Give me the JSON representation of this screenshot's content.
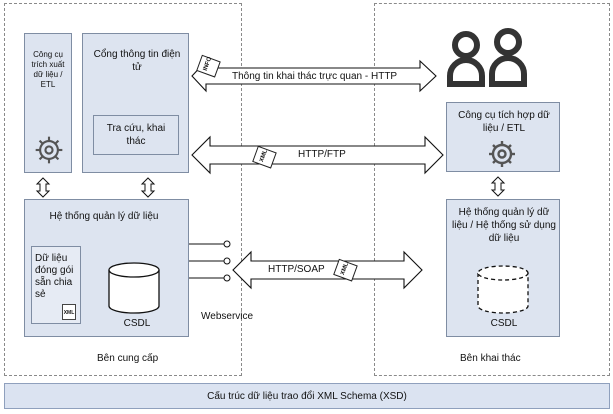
{
  "provider": {
    "caption": "Bên cung cấp",
    "etl_tool": "Công cụ trích xuất dữ liệu / ETL",
    "portal": "Cổng thông tin điện tử",
    "search": "Tra cứu, khai thác",
    "mgmt": "Hệ thống quản lý dữ liệu",
    "package": "Dữ liệu đóng gói sẵn chia sẻ",
    "package_badge": "XML",
    "db": "CSDL",
    "webservice": "Webservice"
  },
  "consumer": {
    "caption": "Bên khai thác",
    "etl_tool": "Công cụ tích hợp dữ liệu / ETL",
    "mgmt": "Hệ thống quản lý dữ liệu / Hệ thống sử dụng dữ liệu",
    "db": "CSDL"
  },
  "links": {
    "http_visual": "Thông tin khai thác trực quan - HTTP",
    "http_visual_badge": "INFO",
    "http_ftp": "HTTP/FTP",
    "http_ftp_badge": "XML",
    "http_soap": "HTTP/SOAP",
    "http_soap_badge": "XML"
  },
  "footer": "Cấu trúc dữ liệu trao đổi XML Schema (XSD)"
}
